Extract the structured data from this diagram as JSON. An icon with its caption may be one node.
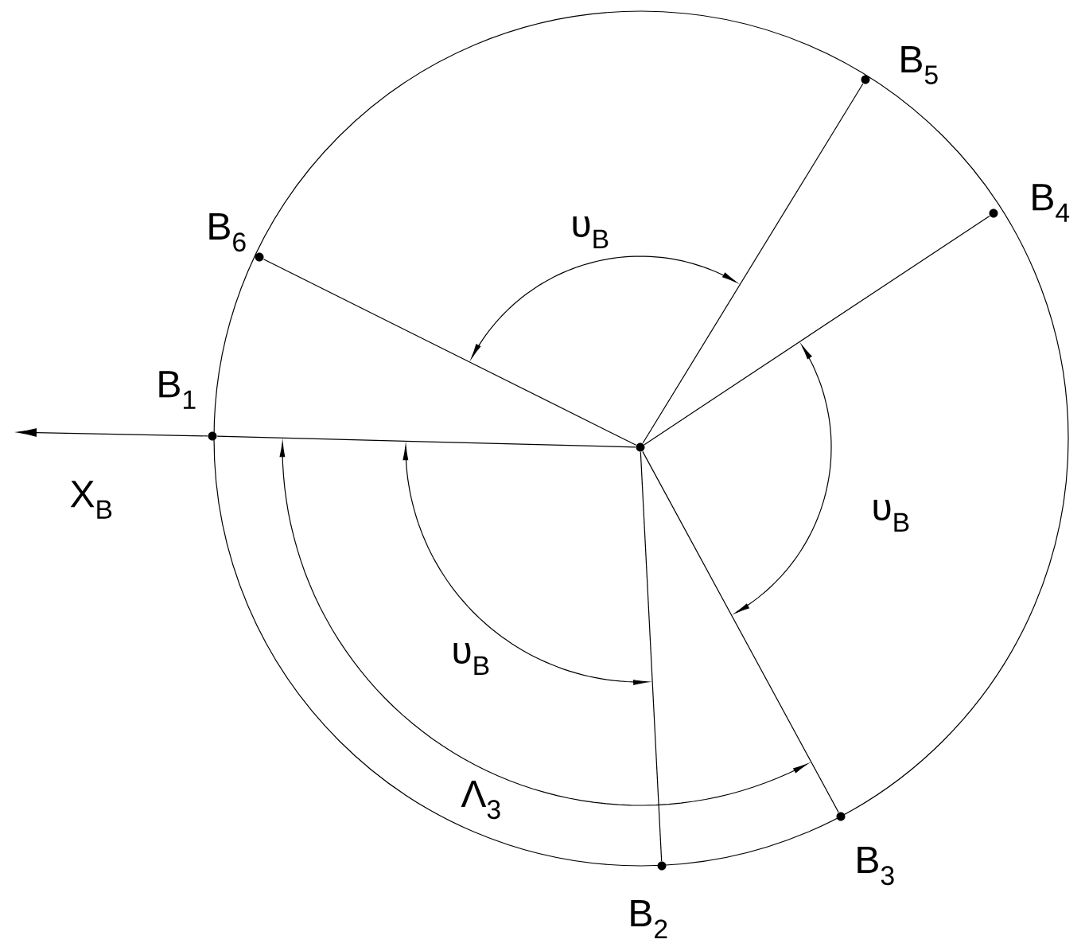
{
  "diagram": {
    "nodes": [
      {
        "text": [],
        "shape": "circle"
      },
      {
        "text": [
          "B$_{1}$"
        ]
      },
      {
        "text": [
          "B$_{2}$"
        ]
      },
      {
        "text": [
          "B$_{3}$"
        ]
      },
      {
        "text": [
          "B$_{4}$"
        ]
      },
      {
        "text": [
          "B$_{5}$"
        ]
      },
      {
        "text": [
          "B$_{6}$"
        ]
      }
    ],
    "edges": [
      {
        "from": 0,
        "to": 1,
        "arrow": "none"
      },
      {
        "from": 0,
        "to": 2,
        "arrow": "none"
      },
      {
        "from": 0,
        "to": 3,
        "arrow": "none"
      },
      {
        "from": 0,
        "to": 4,
        "arrow": "none"
      },
      {
        "from": 0,
        "to": 5,
        "arrow": "none"
      },
      {
        "from": 0,
        "to": 6,
        "arrow": "none"
      },
      {
        "from": 1,
        "to": null,
        "arrow": "to"
      }
    ],
    "labels": [
      "υ$_{B}$",
      "X$_{B}$",
      "υ$_{B}$",
      "υ$_{B}$",
      "Λ$_{3}$"
    ]
  }
}
